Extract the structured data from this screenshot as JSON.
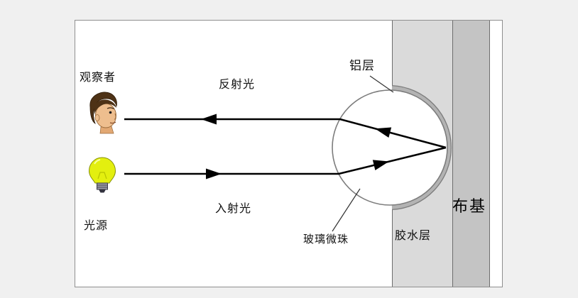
{
  "diagram": {
    "labels": {
      "observer": "观察者",
      "reflected_light": "反射光",
      "aluminum_layer": "铝层",
      "incident_light": "入射光",
      "light_source": "光源",
      "glass_bead": "玻璃微珠",
      "glue_layer": "胶水层",
      "fabric_base": "布基"
    },
    "colors": {
      "page_background": "#f0f0f0",
      "panel_background": "#ffffff",
      "glue_band": "#dadada",
      "fabric_band": "#c4c4c4",
      "aluminum_arc": "#b3b3b3",
      "ray": "#000000",
      "bulb_glass": "#e3ef0f",
      "hair": "#4e3216",
      "skin": "#eebe8e"
    }
  }
}
